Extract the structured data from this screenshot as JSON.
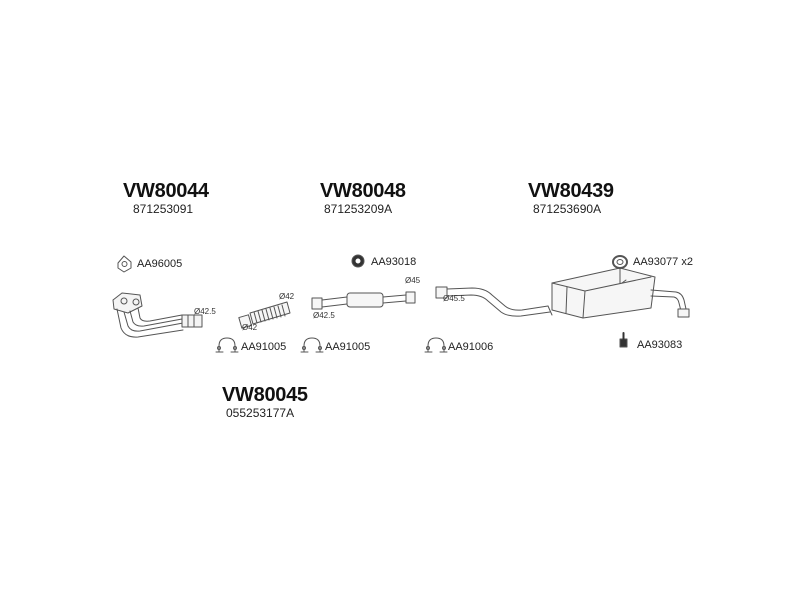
{
  "assemblies": [
    {
      "code": "VW80044",
      "oem": "871253091"
    },
    {
      "code": "VW80048",
      "oem": "871253209A"
    },
    {
      "code": "VW80439",
      "oem": "871253690A"
    },
    {
      "code": "VW80045",
      "oem": "055253177A"
    }
  ],
  "parts": [
    {
      "label": "AA96005"
    },
    {
      "label": "AA93018"
    },
    {
      "label": "AA93077 x2"
    },
    {
      "label": "AA91005"
    },
    {
      "label": "AA91005"
    },
    {
      "label": "AA91006"
    },
    {
      "label": "AA93083"
    }
  ],
  "diameters": [
    "Ø42.5",
    "Ø42",
    "Ø42",
    "Ø42.5",
    "Ø45",
    "Ø45.5"
  ]
}
